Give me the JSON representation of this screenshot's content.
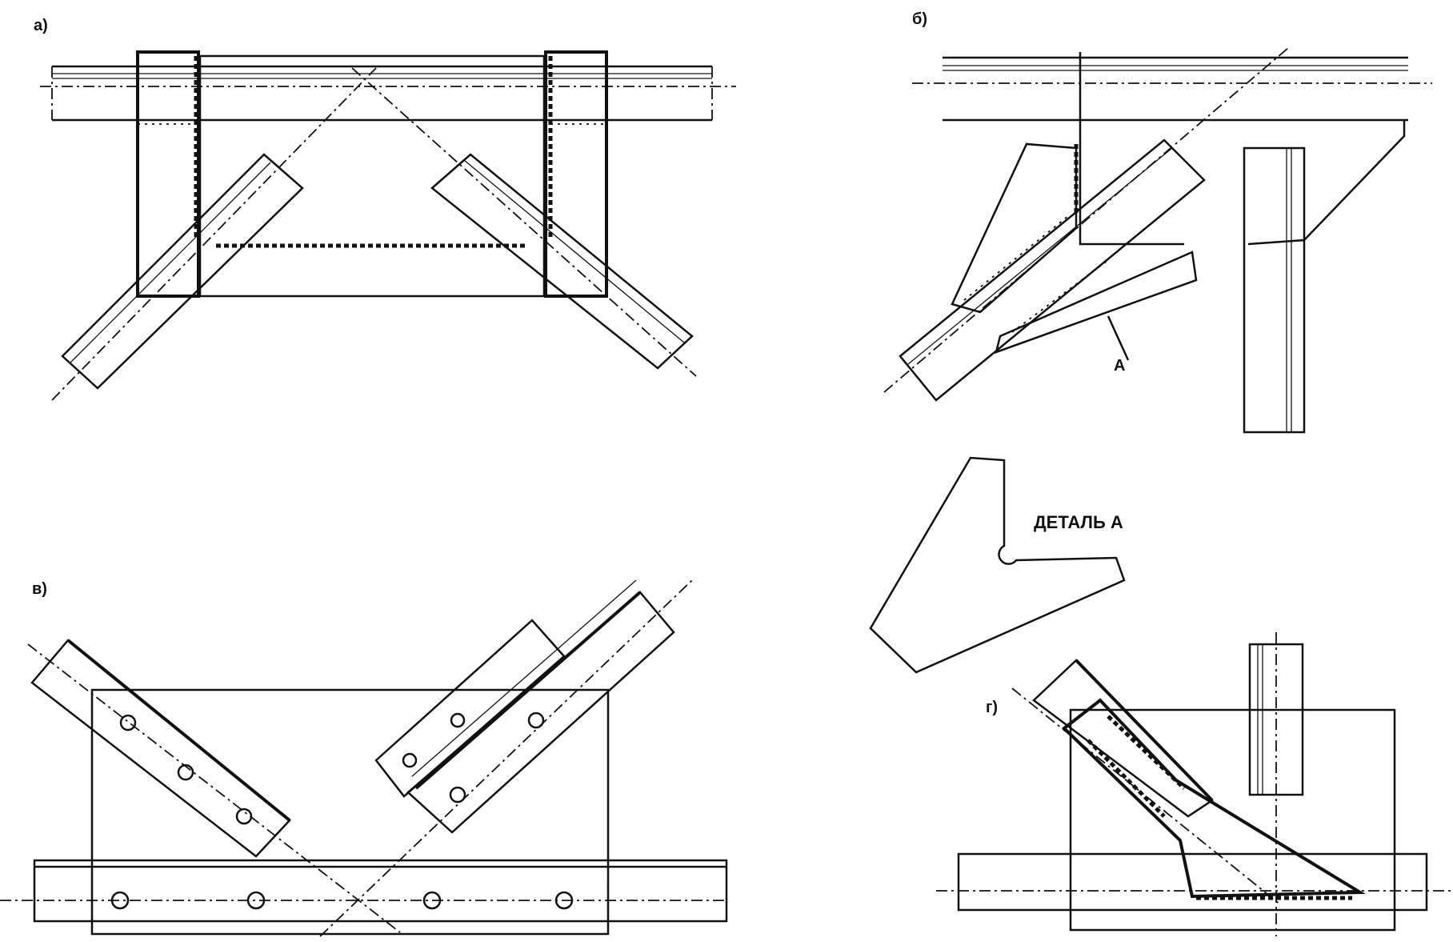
{
  "labels": {
    "a": "а)",
    "b": "б)",
    "v": "в)",
    "g": "г)",
    "detail_title": "ДЕТАЛЬ А",
    "detail_marker": "А"
  }
}
